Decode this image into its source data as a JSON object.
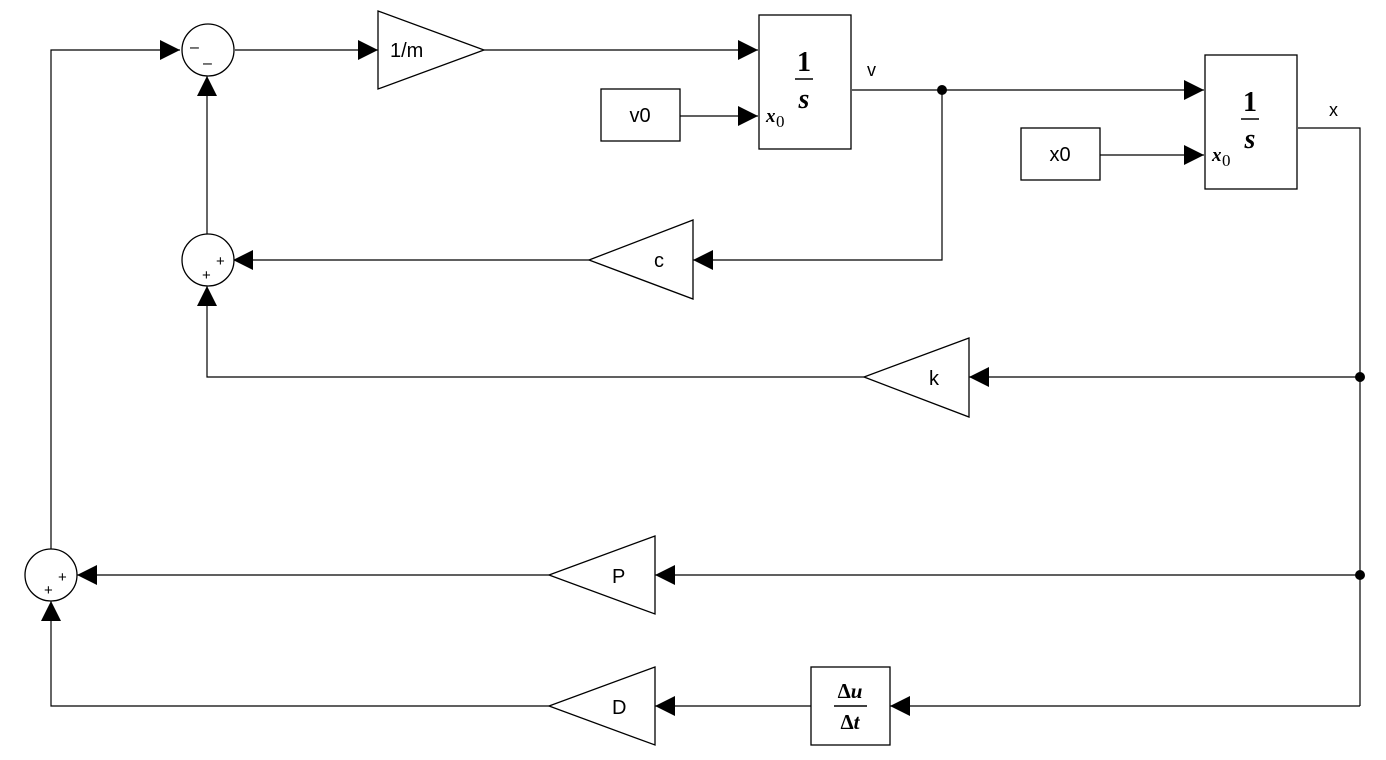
{
  "diagram": {
    "gains": {
      "inv_mass": "1/m",
      "damping": "c",
      "stiffness": "k",
      "proportional": "P",
      "derivative": "D"
    },
    "integrators": {
      "numerator": "1",
      "denominator": "s",
      "ic_port_main": "x",
      "ic_port_sub": "0"
    },
    "constants": {
      "v_initial": "v0",
      "x_initial": "x0"
    },
    "signals": {
      "velocity": "v",
      "position": "x"
    },
    "derivative_block": {
      "numerator_delta": "Δ",
      "numerator_var": "u",
      "denominator_delta": "Δ",
      "denominator_var": "t"
    },
    "sums": {
      "sum1": {
        "left": "–",
        "bottom": "–"
      },
      "sum2": {
        "right": "+",
        "bottom": "+"
      },
      "sum3": {
        "right": "+",
        "bottom": "+"
      }
    }
  }
}
